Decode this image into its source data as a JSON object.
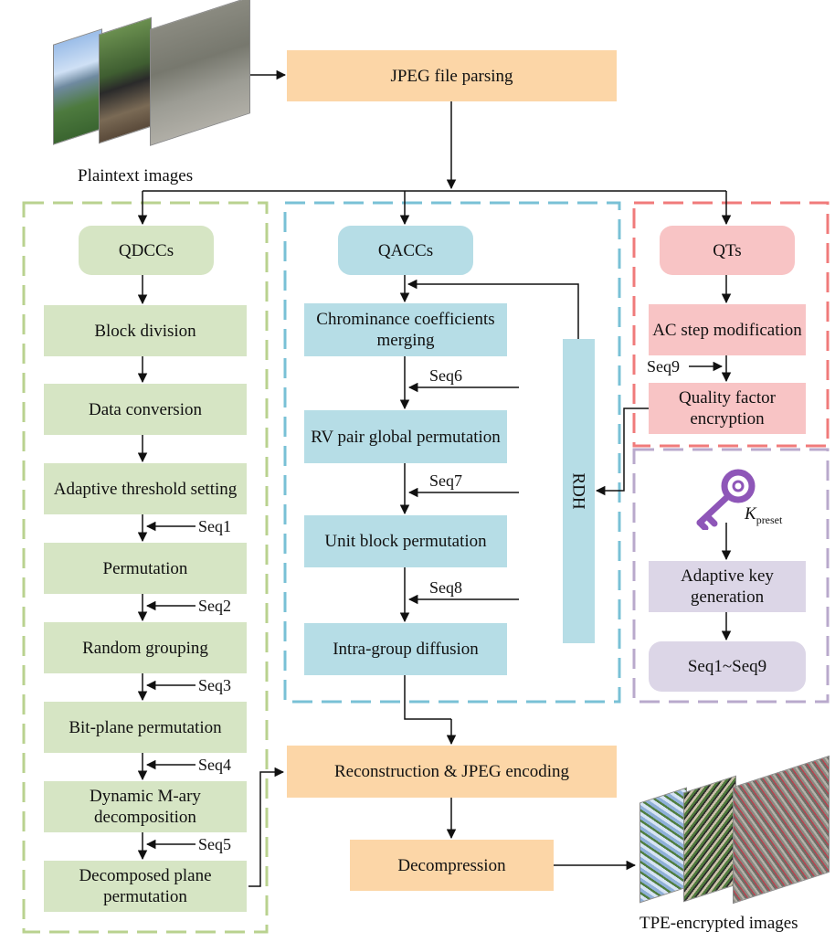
{
  "top": {
    "parse": "JPEG file parsing",
    "plaintext_caption": "Plaintext images",
    "reconstruct": "Reconstruction & JPEG encoding",
    "decompress": "Decompression",
    "encrypted_caption": "TPE-encrypted images"
  },
  "qdcc": {
    "header": "QDCCs",
    "steps": [
      "Block division",
      "Data conversion",
      "Adaptive threshold setting",
      "Permutation",
      "Random grouping",
      "Bit-plane permutation",
      "Dynamic M-ary decomposition",
      "Decomposed plane permutation"
    ],
    "seqs": [
      "Seq1",
      "Seq2",
      "Seq3",
      "Seq4",
      "Seq5"
    ]
  },
  "qacc": {
    "header": "QACCs",
    "steps": [
      "Chrominance coefficients merging",
      "RV pair global permutation",
      "Unit block permutation",
      "Intra-group diffusion"
    ],
    "seqs": [
      "Seq6",
      "Seq7",
      "Seq8"
    ],
    "rdh": "RDH"
  },
  "qt": {
    "header": "QTs",
    "steps": [
      "AC step modification",
      "Quality factor encryption"
    ],
    "seq": "Seq9"
  },
  "key": {
    "k": "K",
    "k_sub": "preset",
    "steps": [
      "Adaptive key generation",
      "Seq1~Seq9"
    ]
  },
  "colors": {
    "orange": "#fcd6a7",
    "green": "#d6e5c4",
    "blue": "#b6dde6",
    "pink": "#f8c4c5",
    "lavender": "#dcd6e7",
    "green_dash": "#b9d28f",
    "blue_dash": "#79c1d6",
    "red_dash": "#f07b7b",
    "purple_dash": "#b9a9cc",
    "key_icon": "#8e56b8"
  }
}
